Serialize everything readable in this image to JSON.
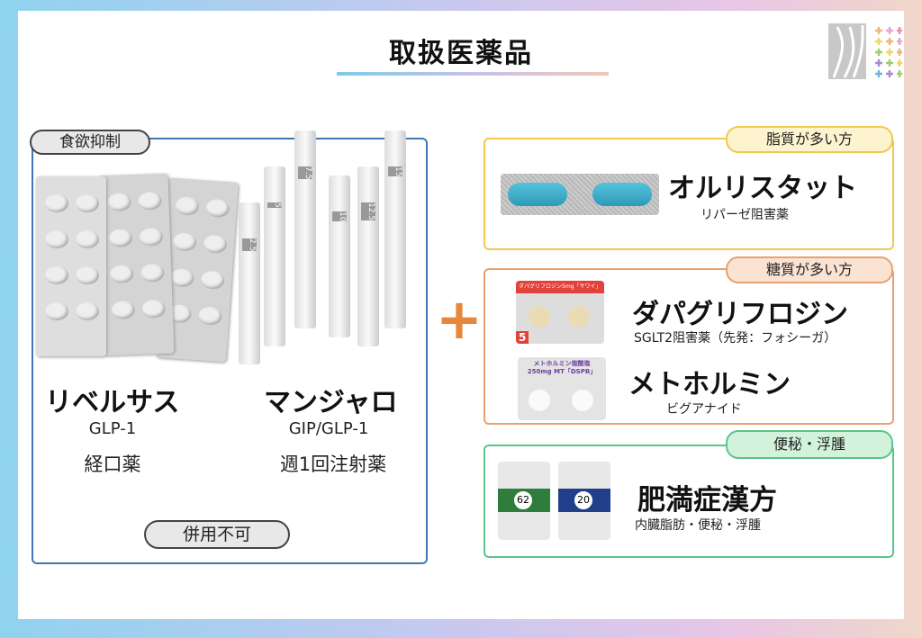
{
  "title": "取扱医薬品",
  "left": {
    "label": "食欲抑制",
    "drugs": [
      {
        "name": "リベルサス",
        "type": "GLP-1",
        "route": "経口薬"
      },
      {
        "name": "マンジャロ",
        "type": "GIP/GLP-1",
        "route": "週1回注射薬"
      }
    ],
    "pen_doses": [
      "2.5",
      "5",
      "7.5",
      "10",
      "12.5",
      "15"
    ],
    "note": "併用不可"
  },
  "plus": "+",
  "right": [
    {
      "label": "脂質が多い方",
      "color": "#f2c94c",
      "drugs": [
        {
          "name": "オルリスタット",
          "desc": "リパーゼ阻害薬"
        }
      ]
    },
    {
      "label": "糖質が多い方",
      "color": "#e8a070",
      "drugs": [
        {
          "name": "ダパグリフロジン",
          "desc": "SGLT2阻害薬（先発：フォシーガ）",
          "pack_text": "ダパグリフロジン5mg「サワイ」",
          "pack_dose": "5"
        },
        {
          "name": "メトホルミン",
          "desc": "ビグアナイド",
          "pack_text": "メトホルミン塩酸塩 250mg MT「DSPB」"
        }
      ]
    },
    {
      "label": "便秘・浮腫",
      "color": "#5cc48a",
      "drugs": [
        {
          "name": "肥満症漢方",
          "desc": "内臓脂肪・便秘・浮腫",
          "pack_numbers": [
            "62",
            "20"
          ]
        }
      ]
    }
  ]
}
